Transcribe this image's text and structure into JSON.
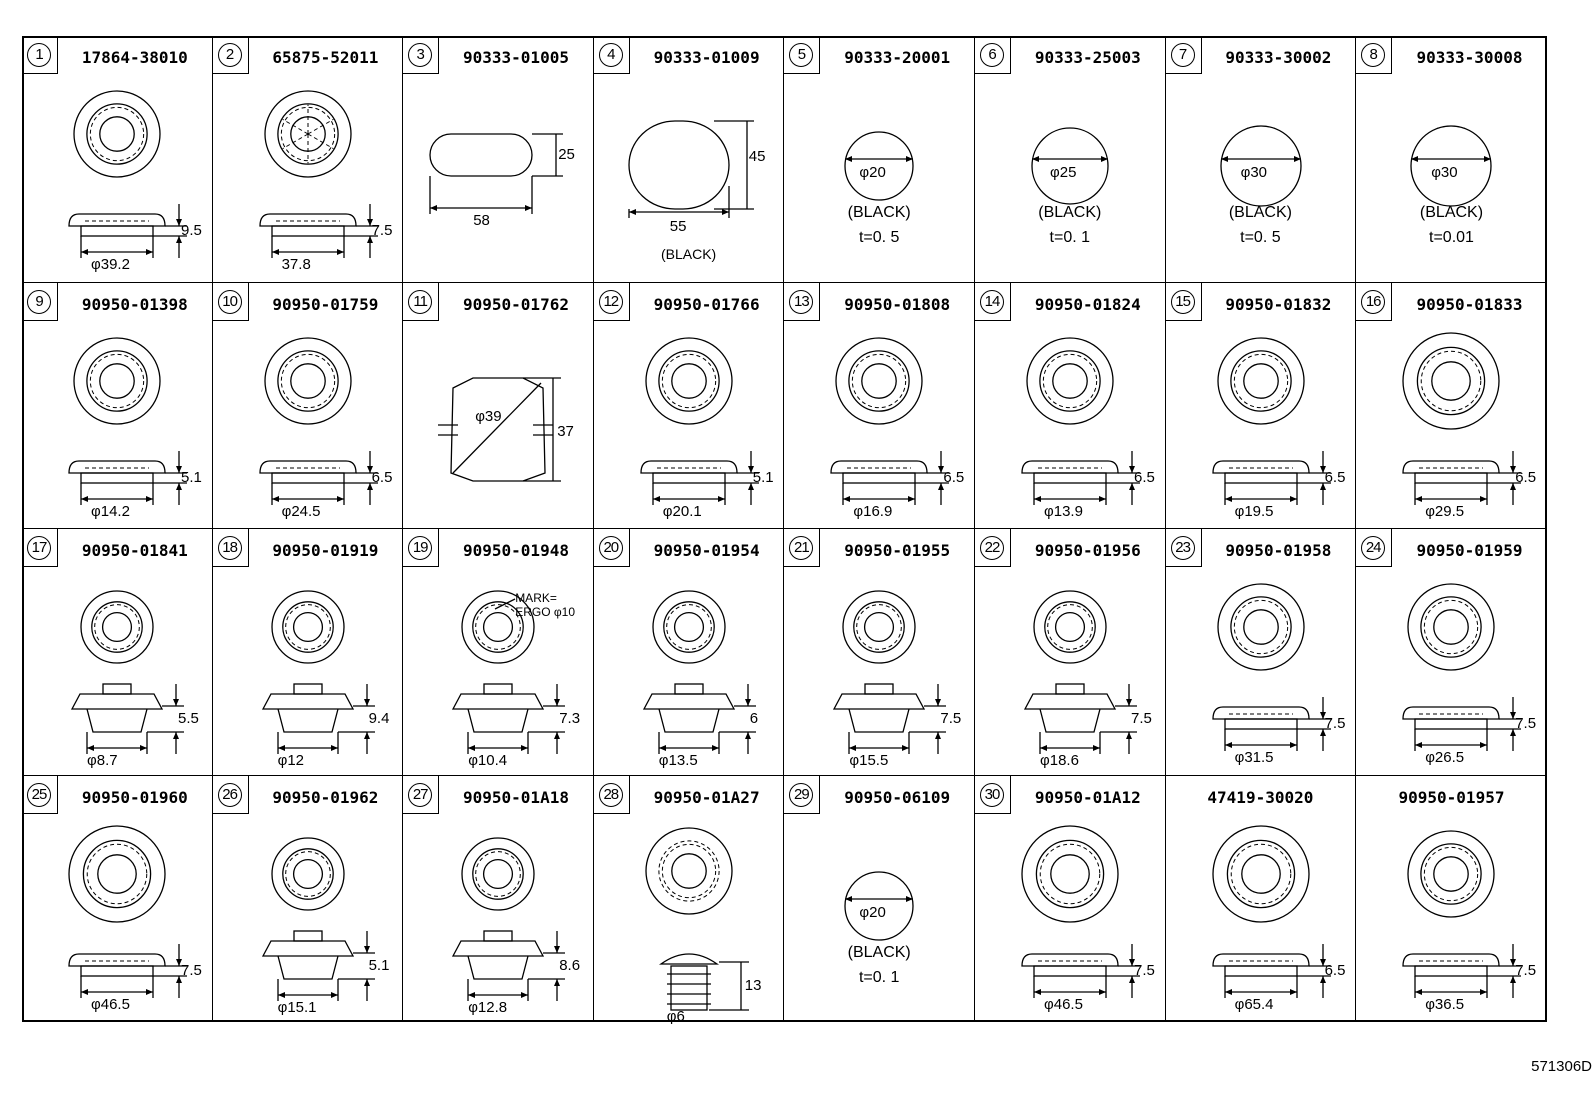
{
  "diagram_code": "571306D",
  "cells": [
    {
      "num": "1",
      "part": "17864-38010",
      "shape": "grommet",
      "dia": "φ39.2",
      "height": "9.5"
    },
    {
      "num": "2",
      "part": "65875-52011",
      "shape": "grommet-spoked",
      "dia": "37.8",
      "height": "7.5"
    },
    {
      "num": "3",
      "part": "90333-01005",
      "shape": "stadium",
      "width": "58",
      "height": "25"
    },
    {
      "num": "4",
      "part": "90333-01009",
      "shape": "oval",
      "width": "55",
      "height": "45",
      "note": "(BLACK)"
    },
    {
      "num": "5",
      "part": "90333-20001",
      "shape": "disc",
      "dia": "φ20",
      "note": "(BLACK)",
      "thickness": "t=0. 5"
    },
    {
      "num": "6",
      "part": "90333-25003",
      "shape": "disc",
      "dia": "φ25",
      "note": "(BLACK)",
      "thickness": "t=0. 1"
    },
    {
      "num": "7",
      "part": "90333-30002",
      "shape": "disc",
      "dia": "φ30",
      "note": "(BLACK)",
      "thickness": "t=0. 5"
    },
    {
      "num": "8",
      "part": "90333-30008",
      "shape": "disc",
      "dia": "φ30",
      "note": "(BLACK)",
      "thickness": "t=0.01"
    },
    {
      "num": "9",
      "part": "90950-01398",
      "shape": "grommet",
      "dia": "φ14.2",
      "height": "5.1"
    },
    {
      "num": "10",
      "part": "90950-01759",
      "shape": "grommet",
      "dia": "φ24.5",
      "height": "6.5"
    },
    {
      "num": "11",
      "part": "90950-01762",
      "shape": "clip-plate",
      "dia": "φ39",
      "height": "37"
    },
    {
      "num": "12",
      "part": "90950-01766",
      "shape": "grommet",
      "dia": "φ20.1",
      "height": "5.1"
    },
    {
      "num": "13",
      "part": "90950-01808",
      "shape": "grommet",
      "dia": "φ16.9",
      "height": "6.5"
    },
    {
      "num": "14",
      "part": "90950-01824",
      "shape": "grommet",
      "dia": "φ13.9",
      "height": "6.5"
    },
    {
      "num": "15",
      "part": "90950-01832",
      "shape": "grommet",
      "dia": "φ19.5",
      "height": "6.5"
    },
    {
      "num": "16",
      "part": "90950-01833",
      "shape": "grommet",
      "dia": "φ29.5",
      "height": "6.5"
    },
    {
      "num": "17",
      "part": "90950-01841",
      "shape": "plug",
      "dia": "φ8.7",
      "height": "5.5"
    },
    {
      "num": "18",
      "part": "90950-01919",
      "shape": "plug",
      "dia": "φ12",
      "height": "9.4"
    },
    {
      "num": "19",
      "part": "90950-01948",
      "shape": "plug",
      "dia": "φ10.4",
      "height": "7.3",
      "mark": [
        "MARK=",
        "ERGO φ10"
      ]
    },
    {
      "num": "20",
      "part": "90950-01954",
      "shape": "plug",
      "dia": "φ13.5",
      "height": "6"
    },
    {
      "num": "21",
      "part": "90950-01955",
      "shape": "plug",
      "dia": "φ15.5",
      "height": "7.5"
    },
    {
      "num": "22",
      "part": "90950-01956",
      "shape": "plug",
      "dia": "φ18.6",
      "height": "7.5"
    },
    {
      "num": "23",
      "part": "90950-01958",
      "shape": "grommet",
      "dia": "φ31.5",
      "height": "7.5"
    },
    {
      "num": "24",
      "part": "90950-01959",
      "shape": "grommet",
      "dia": "φ26.5",
      "height": "7.5"
    },
    {
      "num": "25",
      "part": "90950-01960",
      "shape": "grommet",
      "dia": "φ46.5",
      "height": "7.5"
    },
    {
      "num": "26",
      "part": "90950-01962",
      "shape": "plug",
      "dia": "φ15.1",
      "height": "5.1"
    },
    {
      "num": "27",
      "part": "90950-01A18",
      "shape": "plug",
      "dia": "φ12.8",
      "height": "8.6"
    },
    {
      "num": "28",
      "part": "90950-01A27",
      "shape": "push-pin",
      "dia": "φ6",
      "height": "13"
    },
    {
      "num": "29",
      "part": "90950-06109",
      "shape": "disc",
      "dia": "φ20",
      "note": "(BLACK)",
      "thickness": "t=0. 1"
    },
    {
      "num": "30",
      "part": "90950-01A12",
      "shape": "grommet",
      "dia": "φ46.5",
      "height": "7.5"
    },
    {
      "num": "",
      "part": "47419-30020",
      "shape": "grommet",
      "dia": "φ65.4",
      "height": "6.5"
    },
    {
      "num": "",
      "part": "90950-01957",
      "shape": "grommet",
      "dia": "φ36.5",
      "height": "7.5"
    }
  ]
}
